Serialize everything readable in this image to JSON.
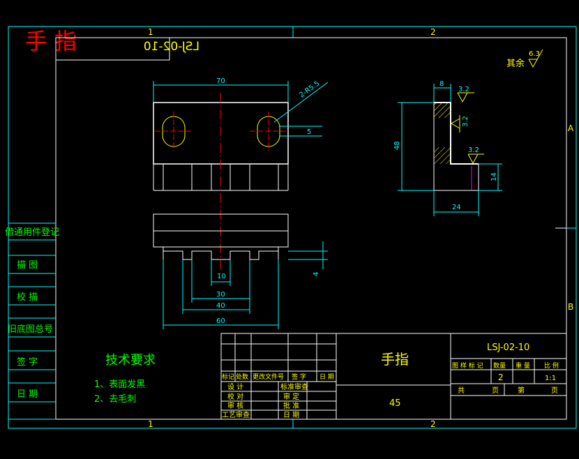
{
  "title_stamp": "手 指",
  "drawing_number_mirrored": "LSJ-02-10",
  "zone_numbers": {
    "top_left": "1",
    "top_right": "2",
    "bottom_left": "1",
    "bottom_right": "2",
    "right_a": "A",
    "right_b": "B"
  },
  "surface_finish": {
    "label": "其余",
    "value": "6.3"
  },
  "dimensions": {
    "top_view": {
      "width": "70",
      "holes": "2-R5.5",
      "slot": "5"
    },
    "front_view": {
      "slot": "10",
      "inner": "30",
      "middle": "40",
      "overall": "60",
      "depth": "4"
    },
    "side_view": {
      "thickness": "8",
      "height": "48",
      "leg": "14",
      "width": "24",
      "roughness": [
        "3.2",
        "3.2",
        "3.2"
      ]
    }
  },
  "left_column": [
    "借通用件登记",
    "描  图",
    "校  描",
    "旧底图总号",
    "签  字",
    "日  期"
  ],
  "tech_requirements": {
    "heading": "技术要求",
    "items": [
      "1、表面发黑",
      "2、去毛刺"
    ]
  },
  "title_block": {
    "part_name": "手指",
    "material": "45",
    "drawing_number": "LSJ-02-10",
    "headers": [
      "图 样 标 记",
      "数量",
      "重 量",
      "比 例"
    ],
    "quantity": "2",
    "scale": "1:1",
    "sheet_labels": [
      "共",
      "页",
      "第",
      "页"
    ],
    "revision_labels": [
      "标记",
      "处数",
      "更改文件号",
      "签 字",
      "日 期"
    ],
    "signatures": [
      [
        "设 计",
        "标准审查"
      ],
      [
        "校 对",
        "审 定"
      ],
      [
        "审 核",
        "批 准"
      ],
      [
        "工艺审查",
        "日 期"
      ]
    ]
  },
  "colors": {
    "border": "#00ffff",
    "text": "#ffff00",
    "part": "#ffffff",
    "center": "#ff0000",
    "dims": "#00ffff",
    "tech": "#00ff00",
    "stamp": "#ff0000",
    "mirror_label": "#ffff00",
    "hatch": "#ffff00"
  }
}
